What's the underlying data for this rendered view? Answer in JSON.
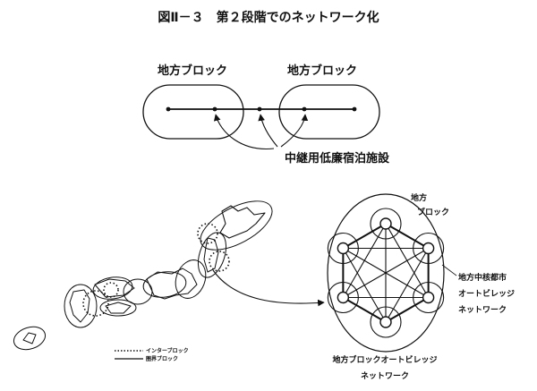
{
  "figure": {
    "title": "図Ⅱ－３　第２段階でのネットワーク化"
  },
  "upper_diagram": {
    "block_label_left": "地方ブロック",
    "block_label_right": "地方ブロック",
    "facility_label": "中継用低廉宿泊施設"
  },
  "map": {
    "legend": [
      {
        "line": "dotted",
        "label": "インターブロック"
      },
      {
        "line": "solid",
        "label": "圏界ブロック"
      }
    ]
  },
  "network_diagram": {
    "label_region_line1": "地方",
    "label_region_line2": "ブロック",
    "label_city_line1": "地方中核都市",
    "label_city_line2": "オートビレッジ",
    "label_city_line3": "ネットワーク",
    "caption_line1": "地方ブロックオートビレッジ",
    "caption_line2": "ネットワーク"
  }
}
